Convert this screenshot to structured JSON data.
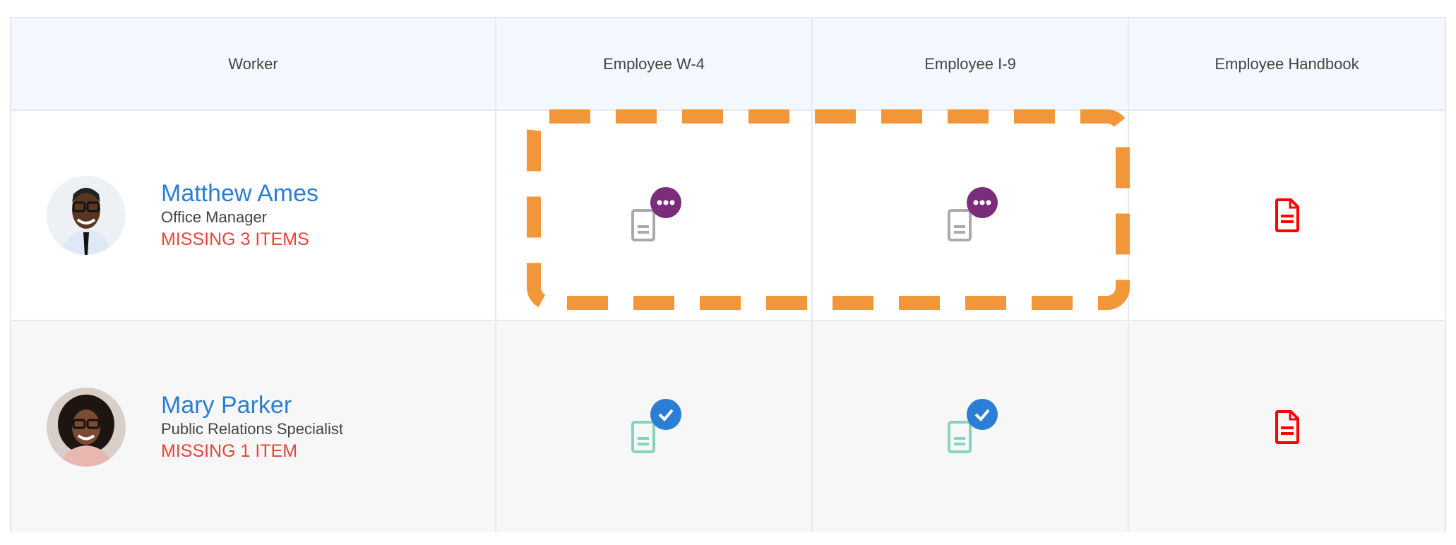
{
  "table": {
    "headers": [
      "Worker",
      "Employee W-4",
      "Employee I-9",
      "Employee Handbook"
    ],
    "rows": [
      {
        "name": "Matthew Ames",
        "role": "Office Manager",
        "status": "MISSING 3 ITEMS",
        "documents": [
          "pending",
          "pending",
          "missing"
        ]
      },
      {
        "name": "Mary Parker",
        "role": "Public Relations Specialist",
        "status": "MISSING 1 ITEM",
        "documents": [
          "completed",
          "completed",
          "missing"
        ]
      }
    ]
  },
  "colors": {
    "pending_badge": "#7b2d7a",
    "completed_badge": "#2a7fd4",
    "missing_doc": "#ff0000",
    "highlight": "#f2963a",
    "name": "#2a7fd4",
    "status": "#e8443a"
  }
}
